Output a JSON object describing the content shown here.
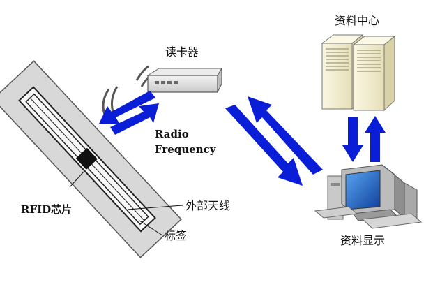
{
  "labels": {
    "reader": "读卡器",
    "data_center": "资料中心",
    "radio": "Radio",
    "frequency": "Frequency",
    "rfid_chip": "RFID芯片",
    "antenna": "外部天线",
    "tag": "标签",
    "display": "资料显示"
  },
  "colors": {
    "arrow": "#0a1ed8",
    "tag_body": "#d9d9d9",
    "server": "#f3efcf",
    "monitor_screen": "#1f63c9"
  }
}
